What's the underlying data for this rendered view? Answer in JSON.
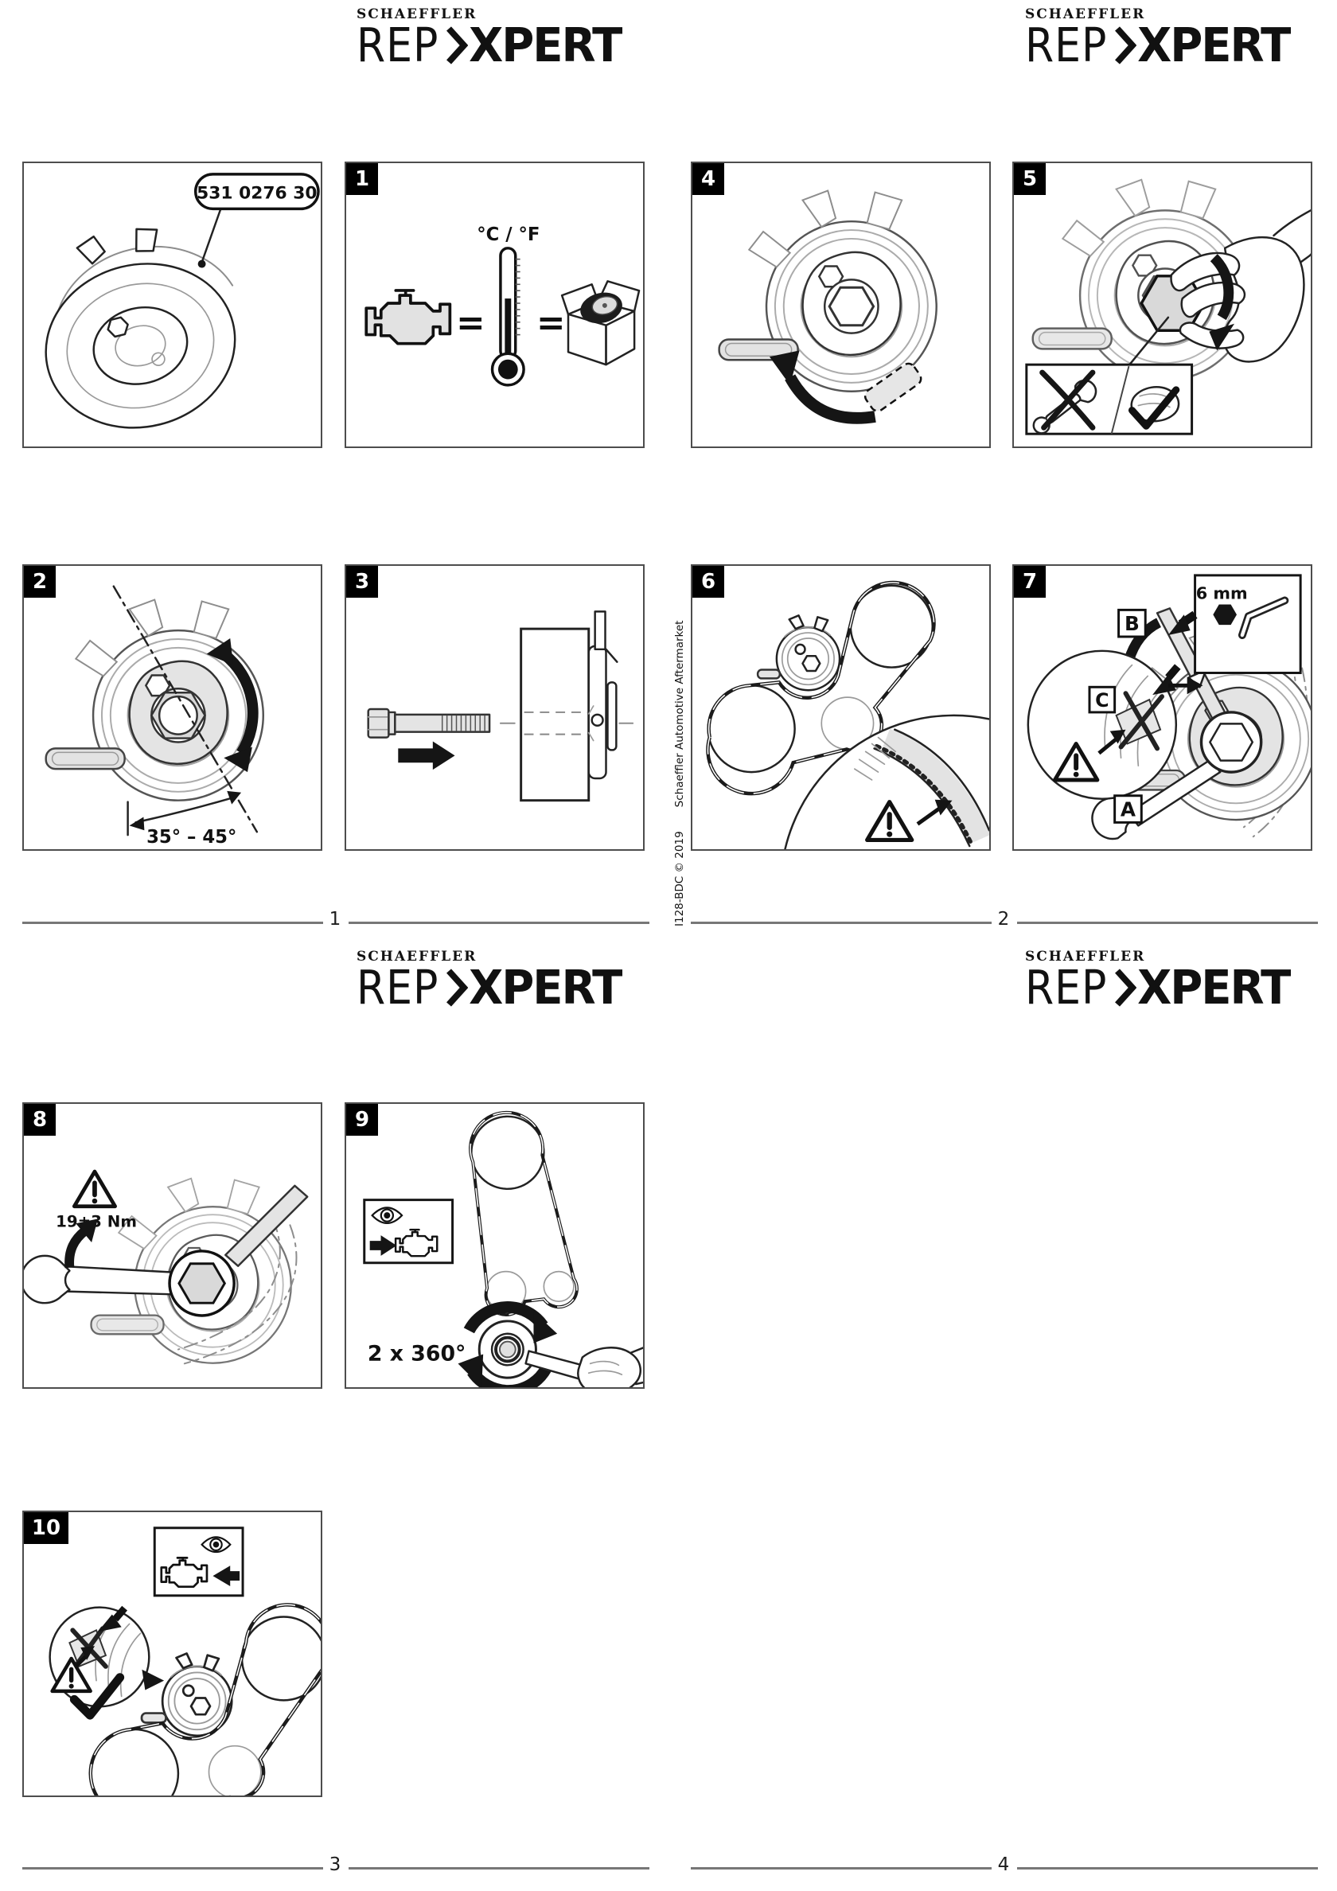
{
  "brand": {
    "schaeffler": "SCHAEFFLER",
    "rep": "REP",
    "xpert": "XPERT"
  },
  "part_panel": {
    "part_number": "531 0276 30"
  },
  "steps": {
    "s1": {
      "num": "1",
      "temp_label": "°C / °F",
      "equals": "="
    },
    "s2": {
      "num": "2",
      "angle_label": "35° – 45°"
    },
    "s3": {
      "num": "3"
    },
    "s4": {
      "num": "4"
    },
    "s5": {
      "num": "5"
    },
    "s6": {
      "num": "6"
    },
    "s7": {
      "num": "7",
      "hex_label": "6 mm",
      "label_a": "A",
      "label_b": "B",
      "label_c": "C"
    },
    "s8": {
      "num": "8",
      "torque_label": "19±3 Nm"
    },
    "s9": {
      "num": "9",
      "rotation_label": "2 x 360°"
    },
    "s10": {
      "num": "10"
    }
  },
  "sidebar": {
    "doc_code": "I128-BDC © 2019",
    "company": "Schaeffler Automotive Aftermarket"
  },
  "footers": {
    "page1": "1",
    "page2": "2",
    "page3": "3",
    "page4": "4"
  }
}
